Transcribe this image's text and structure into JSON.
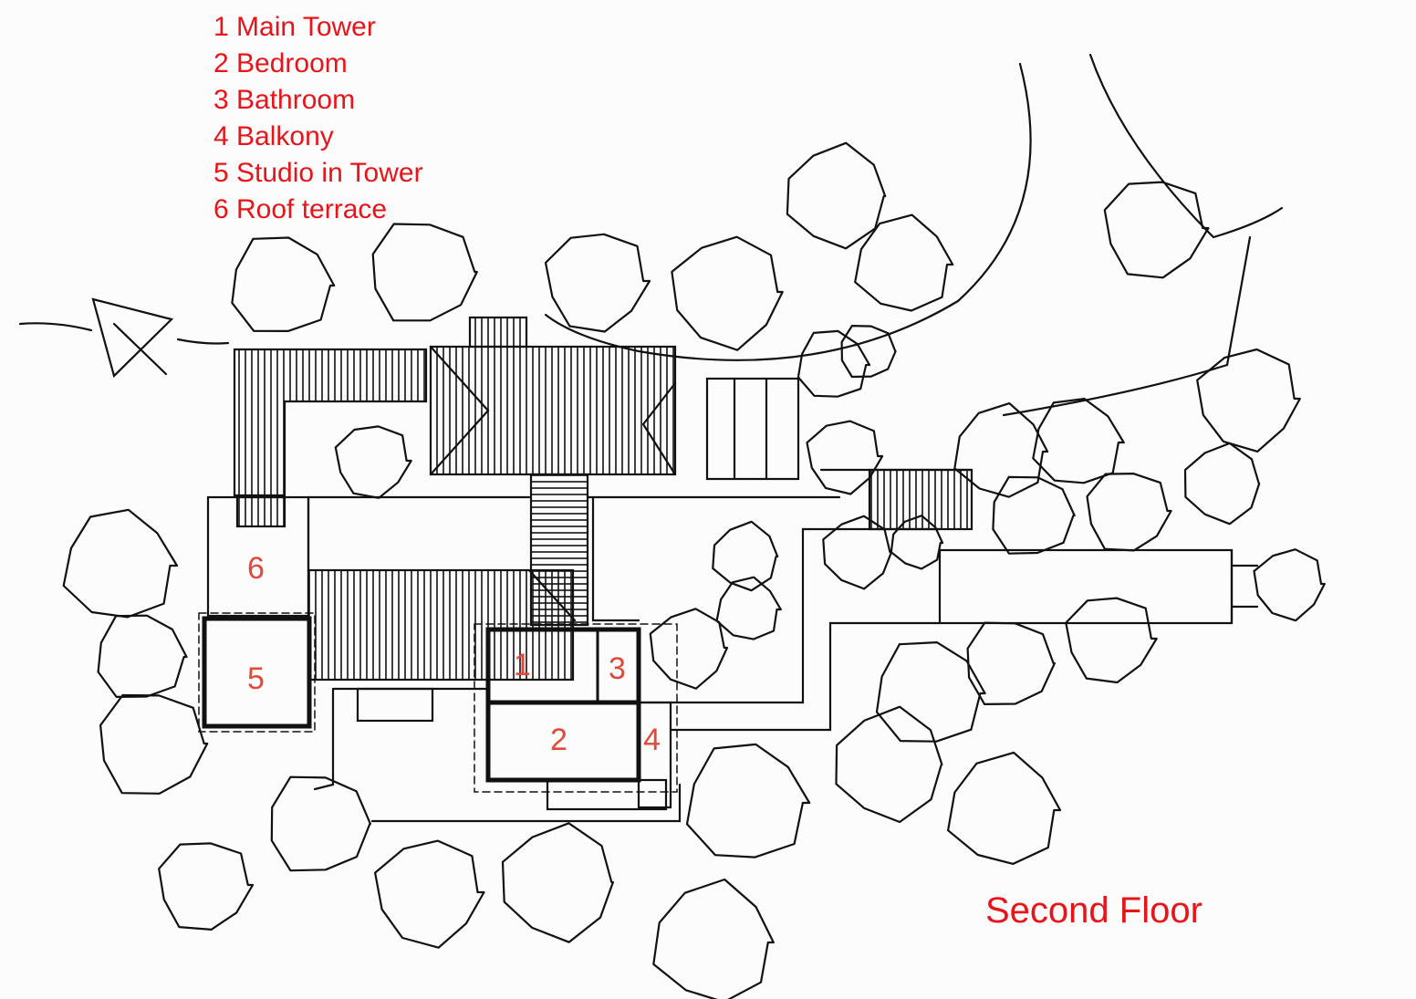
{
  "legend": [
    {
      "number": "1",
      "label": "1 Main Tower"
    },
    {
      "number": "2",
      "label": "2 Bedroom"
    },
    {
      "number": "3",
      "label": "3 Bathroom"
    },
    {
      "number": "4",
      "label": "4 Balkony"
    },
    {
      "number": "5",
      "label": "5 Studio in Tower"
    },
    {
      "number": "6",
      "label": "6 Roof terrace"
    }
  ],
  "rooms": {
    "r1": "1",
    "r2": "2",
    "r3": "3",
    "r4": "4",
    "r5": "5",
    "r6": "6"
  },
  "title": "Second Floor",
  "colors": {
    "annotation": "#e8141a",
    "room_number": "#e04a3a",
    "ink": "#111111",
    "paper": "#fcfcfc"
  },
  "icons": {
    "north_arrow": "north-arrow-icon",
    "tree": "tree-icon"
  }
}
